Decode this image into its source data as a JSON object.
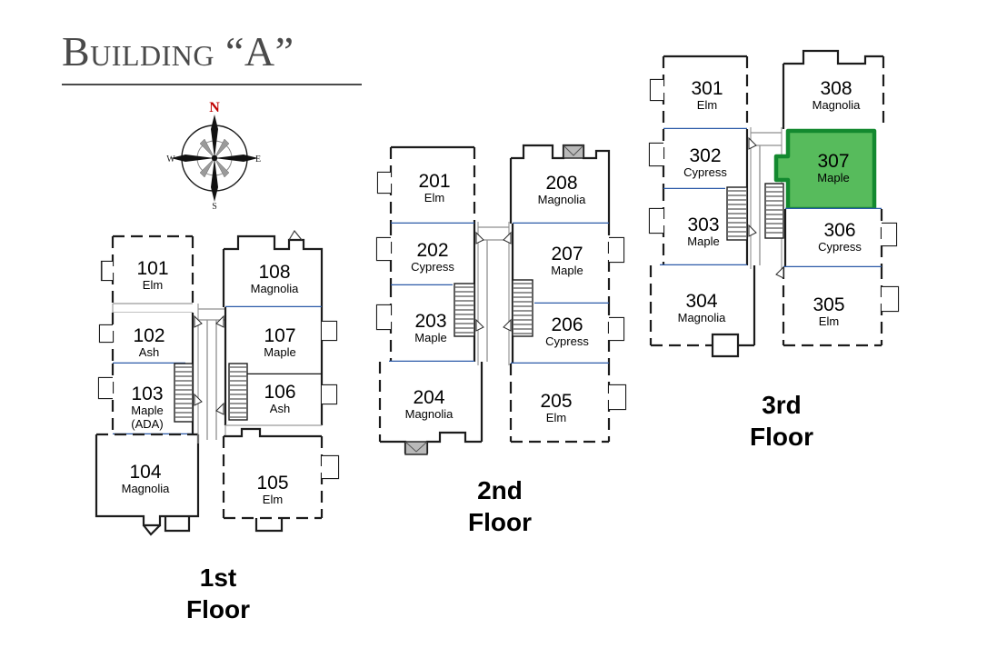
{
  "title": {
    "text": "Building “A”"
  },
  "compass": {
    "north": "N",
    "south": "S",
    "east": "E",
    "west": "W",
    "north_color": "#c00000"
  },
  "colors": {
    "highlight_fill": "#57bb5c",
    "highlight_stroke": "#13892f",
    "unit_divider": "#2b5aa8",
    "wall": "#1c1c1c",
    "title": "#4a4a4a",
    "balcony": "#b9b9b9"
  },
  "floors": [
    {
      "id": "floor-1",
      "caption": "1st\nFloor",
      "units": [
        {
          "number": "101",
          "name": "Elm",
          "extra": "",
          "highlighted": false
        },
        {
          "number": "102",
          "name": "Ash",
          "extra": "",
          "highlighted": false
        },
        {
          "number": "103",
          "name": "Maple",
          "extra": "(ADA)",
          "highlighted": false
        },
        {
          "number": "104",
          "name": "Magnolia",
          "extra": "",
          "highlighted": false
        },
        {
          "number": "105",
          "name": "Elm",
          "extra": "",
          "highlighted": false
        },
        {
          "number": "106",
          "name": "Ash",
          "extra": "",
          "highlighted": false
        },
        {
          "number": "107",
          "name": "Maple",
          "extra": "",
          "highlighted": false
        },
        {
          "number": "108",
          "name": "Magnolia",
          "extra": "",
          "highlighted": false
        }
      ]
    },
    {
      "id": "floor-2",
      "caption": "2nd\nFloor",
      "units": [
        {
          "number": "201",
          "name": "Elm",
          "extra": "",
          "highlighted": false
        },
        {
          "number": "202",
          "name": "Cypress",
          "extra": "",
          "highlighted": false
        },
        {
          "number": "203",
          "name": "Maple",
          "extra": "",
          "highlighted": false
        },
        {
          "number": "204",
          "name": "Magnolia",
          "extra": "",
          "highlighted": false
        },
        {
          "number": "205",
          "name": "Elm",
          "extra": "",
          "highlighted": false
        },
        {
          "number": "206",
          "name": "Cypress",
          "extra": "",
          "highlighted": false
        },
        {
          "number": "207",
          "name": "Maple",
          "extra": "",
          "highlighted": false
        },
        {
          "number": "208",
          "name": "Magnolia",
          "extra": "",
          "highlighted": false
        }
      ]
    },
    {
      "id": "floor-3",
      "caption": "3rd\nFloor",
      "units": [
        {
          "number": "301",
          "name": "Elm",
          "extra": "",
          "highlighted": false
        },
        {
          "number": "302",
          "name": "Cypress",
          "extra": "",
          "highlighted": false
        },
        {
          "number": "303",
          "name": "Maple",
          "extra": "",
          "highlighted": false
        },
        {
          "number": "304",
          "name": "Magnolia",
          "extra": "",
          "highlighted": false
        },
        {
          "number": "305",
          "name": "Elm",
          "extra": "",
          "highlighted": false
        },
        {
          "number": "306",
          "name": "Cypress",
          "extra": "",
          "highlighted": false
        },
        {
          "number": "307",
          "name": "Maple",
          "extra": "",
          "highlighted": true
        },
        {
          "number": "308",
          "name": "Magnolia",
          "extra": "",
          "highlighted": false
        }
      ]
    }
  ]
}
